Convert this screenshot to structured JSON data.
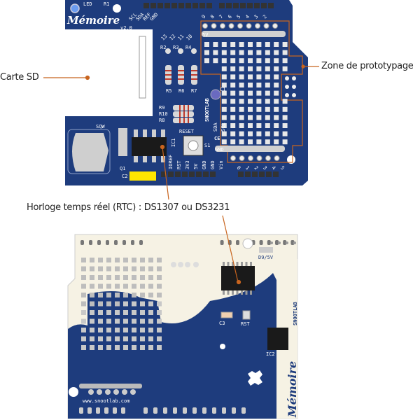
{
  "labels": {
    "sd_card": "Carte SD",
    "proto_zone": "Zone de prototypage",
    "rtc": "Horloge temps réel (RTC) : DS1307 ou DS3231"
  },
  "top_board": {
    "brand": "Mémoire",
    "version": "v2.0",
    "logo": "SNOOTLAB",
    "led": "LED",
    "r1": "R1",
    "i2c_pins": [
      "SCL",
      "SDA",
      "REF",
      "GND"
    ],
    "spi_pins": [
      "13",
      "12",
      "11",
      "10"
    ],
    "resistors_top": [
      "R2",
      "R3",
      "R4"
    ],
    "resistors_mid": [
      "R5",
      "R6",
      "R7"
    ],
    "resistors_side": [
      "R9",
      "R10",
      "R8"
    ],
    "c1": "C1",
    "sda": "SDA",
    "scl": "SCL",
    "reset": "RESET",
    "s1": "S1",
    "ic1": "IC1",
    "sqw": "SQW",
    "q1": "Q1",
    "c2": "C2",
    "rail_5v": "5V",
    "rail_gnd": "GND",
    "ce": "CE",
    "power_pins": [
      "IOREF",
      "RST",
      "3V3",
      "5V",
      "GND",
      "GND",
      "Vin"
    ],
    "digital_pins": [
      "9",
      "8",
      "7",
      "6",
      "5",
      "4",
      "3",
      "2"
    ],
    "analog_pins": [
      "0",
      "1",
      "2",
      "3",
      "4",
      "5"
    ]
  },
  "bottom_board": {
    "jumper": "D9/5V",
    "c3": "C3",
    "rst": "RST",
    "ic2": "IC2",
    "url": "www.snootlab.com",
    "logo": "SNOOTLAB",
    "brand": "Mémoire"
  },
  "colors": {
    "pcb_blue": "#1e3c7d",
    "cream": "#f6f2e4",
    "annotation": "#c8641e",
    "yellow": "#ffe600"
  }
}
